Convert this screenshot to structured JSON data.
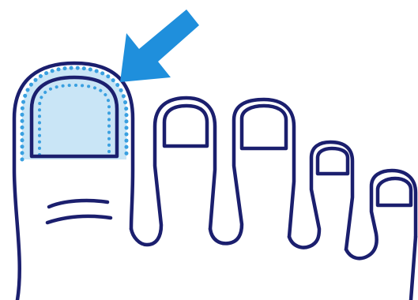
{
  "illustration": {
    "subject": "foot-toes-outline",
    "highlighted_toe": "big-toe",
    "highlight_area": "toenail-edge",
    "indicator_icon": "arrow-icon"
  },
  "colors": {
    "background": "#ffffff",
    "outline": "#1b1f6e",
    "highlight_fill": "#bfe0f5",
    "highlight_dots": "#3aa0e0",
    "arrow": "#1f8fdc"
  }
}
